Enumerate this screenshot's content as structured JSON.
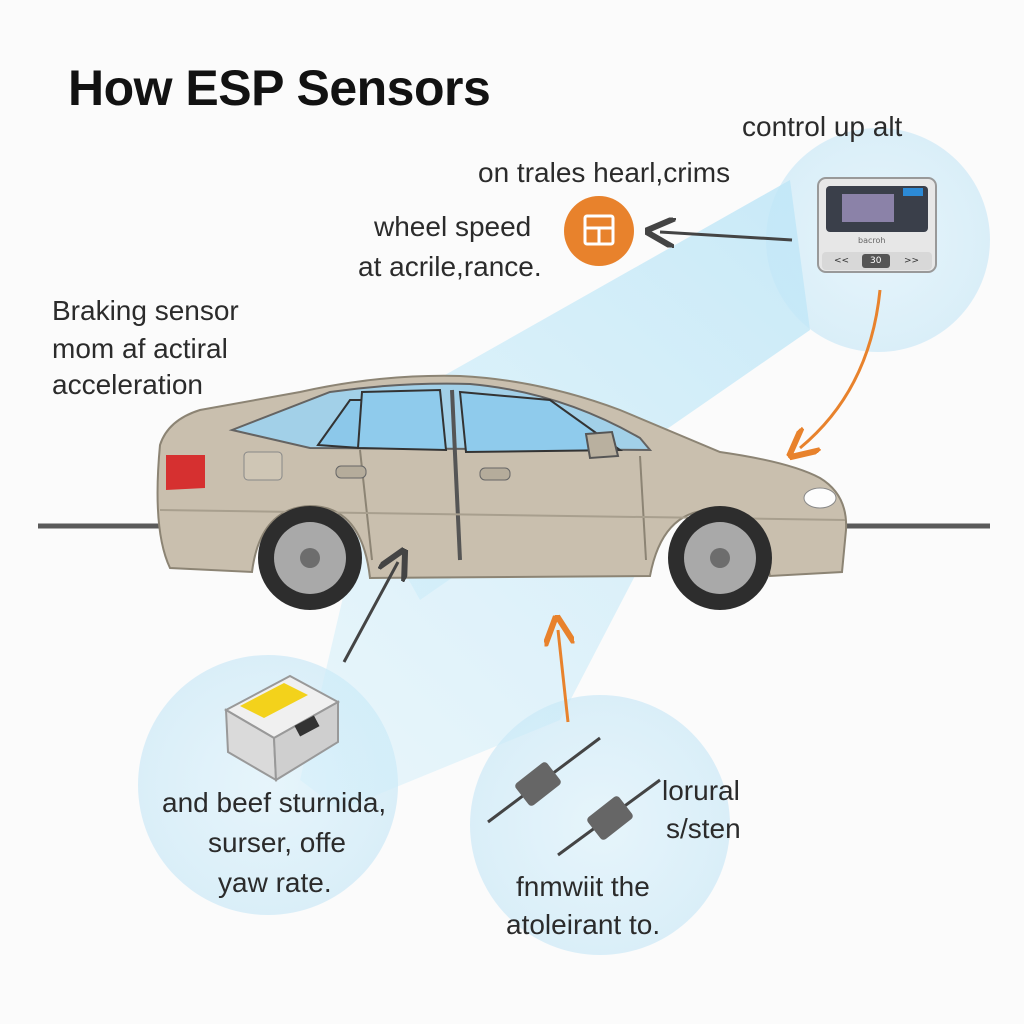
{
  "title": "How ESP Sensors",
  "labels": {
    "control_unit": "control up alt",
    "top_line": "on trales hearl,crims",
    "wheel_speed_1": "wheel speed",
    "wheel_speed_2": "at acrile,rance.",
    "braking_1": "Braking sensor",
    "braking_2": "mom af actiral",
    "braking_3": "acceleration",
    "bottom_left_1": "and beef sturnida,",
    "bottom_left_2": "surser, offe",
    "bottom_left_3": "yaw rate.",
    "bottom_right_side_1": "lorural",
    "bottom_right_side_2": "s/sten",
    "bottom_right_1": "fnmwiit the",
    "bottom_right_2": "atoleirant to."
  },
  "ecu": {
    "brand": "bacroh",
    "prev": "<<",
    "mid": "30",
    "next": ">>"
  },
  "colors": {
    "accent_orange": "#e8822c",
    "beam_blue": "#bfe6f7",
    "car_body": "#c9bfae",
    "sensor_yellow": "#f3d21b"
  }
}
